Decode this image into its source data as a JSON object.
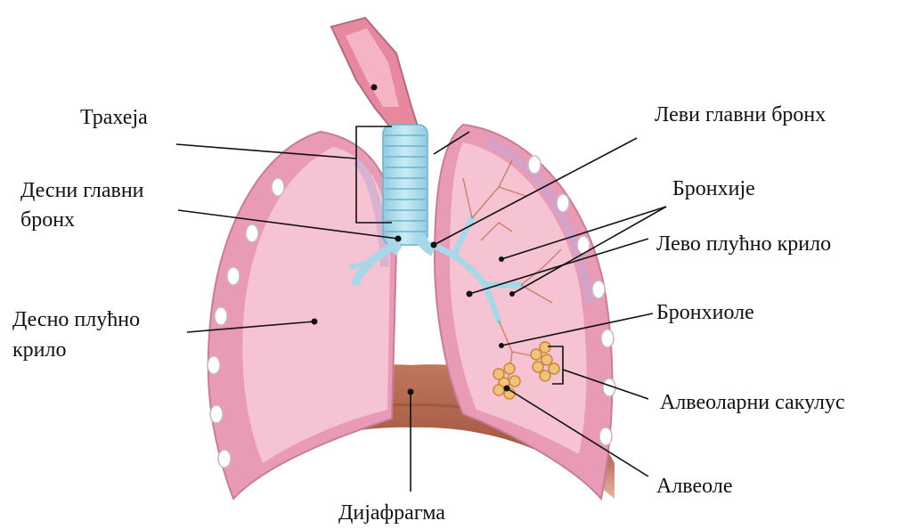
{
  "labels": {
    "trachea": "Трахеја",
    "right_main_bronchus_line1": "Десни главни",
    "right_main_bronchus_line2": "бронх",
    "right_lung_line1": "Десно плућно",
    "right_lung_line2": "крило",
    "left_main_bronchus": "Леви главни бронх",
    "bronchi": "Бронхије",
    "left_lung": "Лево плућно крило",
    "bronchioles": "Бронхиоле",
    "alveolar_sac": "Алвеоларни сакулус",
    "alveoli": "Алвеоле",
    "diaphragm": "Дијафрагма"
  },
  "colors": {
    "lung_outer": "#f0a6c0",
    "lung_inner": "#f7c4d4",
    "pleura": "#c9a9d8",
    "trachea": "#a8d8e8",
    "diaphragm": "#b5694e",
    "diaphragm_light": "#e0a08a",
    "alveoli": "#f2c27a",
    "bronchiole": "#c07050",
    "leader_line": "#111111"
  }
}
